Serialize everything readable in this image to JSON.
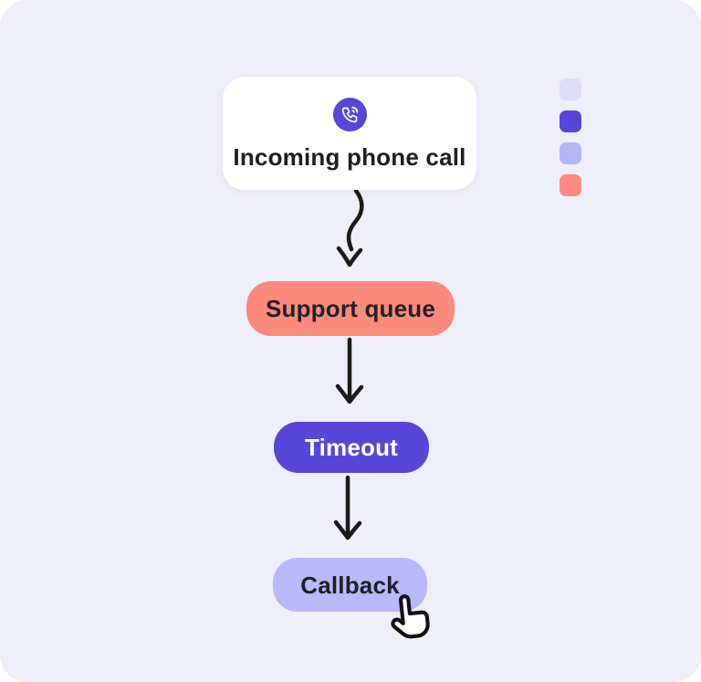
{
  "canvas": {
    "outer_bg": "#ffffff",
    "panel_bg": "#efeefb"
  },
  "flow": {
    "arrow_color": "#1b1b1b",
    "nodes": [
      {
        "id": "incoming-phone-call",
        "label": "Incoming phone call",
        "shape": "card",
        "bg": "#ffffff",
        "text_color": "#1f1e23",
        "icon": "phone-call-icon",
        "icon_bg": "#5747d9",
        "icon_color": "#ffffff"
      },
      {
        "id": "support-queue",
        "label": "Support queue",
        "shape": "pill",
        "bg": "#fb8a7b",
        "text_color": "#23212a"
      },
      {
        "id": "timeout",
        "label": "Timeout",
        "shape": "pill",
        "bg": "#5747d9",
        "text_color": "#ffffff"
      },
      {
        "id": "callback",
        "label": "Callback",
        "shape": "pill",
        "bg": "#b9b8f8",
        "text_color": "#1f1e23"
      }
    ],
    "connectors": [
      {
        "from": "incoming-phone-call",
        "to": "support-queue",
        "style": "wavy-arrow"
      },
      {
        "from": "support-queue",
        "to": "timeout",
        "style": "straight-arrow"
      },
      {
        "from": "timeout",
        "to": "callback",
        "style": "straight-arrow"
      }
    ]
  },
  "legend": {
    "swatches": [
      {
        "name": "pale-lavender",
        "color": "#dedcf9"
      },
      {
        "name": "purple",
        "color": "#5645d6"
      },
      {
        "name": "lavender",
        "color": "#b7b5f7"
      },
      {
        "name": "salmon",
        "color": "#fc8a7e"
      }
    ]
  },
  "cursor": {
    "icon": "hand-pointer-icon"
  }
}
